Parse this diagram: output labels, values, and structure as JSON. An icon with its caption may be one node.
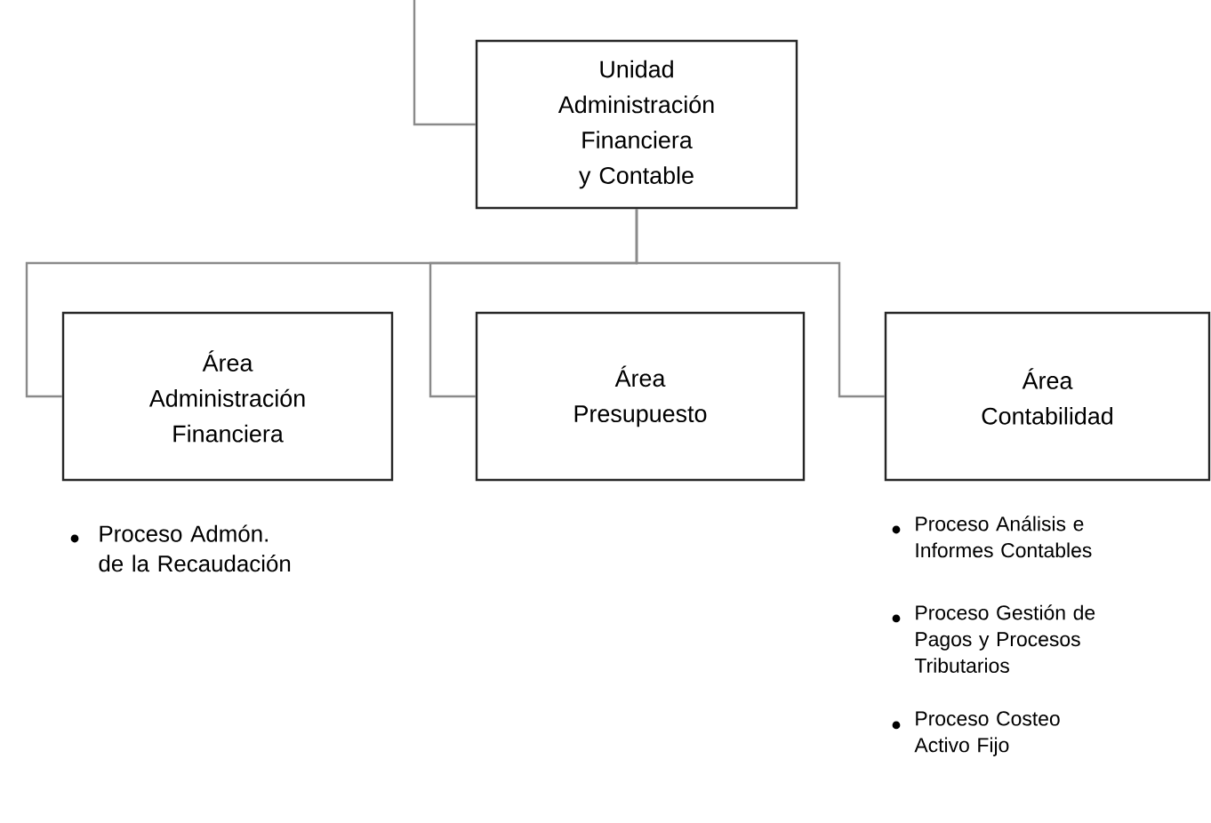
{
  "diagram": {
    "nodes": [
      {
        "text": [
          "Unidad Administración Financiera y Contable"
        ]
      },
      {
        "text": [
          "Área Administración Financiera"
        ],
        "beside": [
          "Proceso Admón. de la Recaudación"
        ]
      },
      {
        "text": [
          "Área Presupuesto"
        ]
      },
      {
        "text": [
          "Área Contabilidad"
        ],
        "beside": [
          "Proceso Análisis e Informes Contables",
          "Proceso Gestión de Pagos y Procesos Tributarios",
          "Proceso Costeo Activo Fijo"
        ]
      }
    ],
    "edges": [
      {
        "from": null,
        "to": 0,
        "arrow": "none"
      },
      {
        "from": 0,
        "to": 1,
        "arrow": "none"
      },
      {
        "from": 0,
        "to": 2,
        "arrow": "none"
      },
      {
        "from": 0,
        "to": 3,
        "arrow": "none"
      }
    ]
  }
}
